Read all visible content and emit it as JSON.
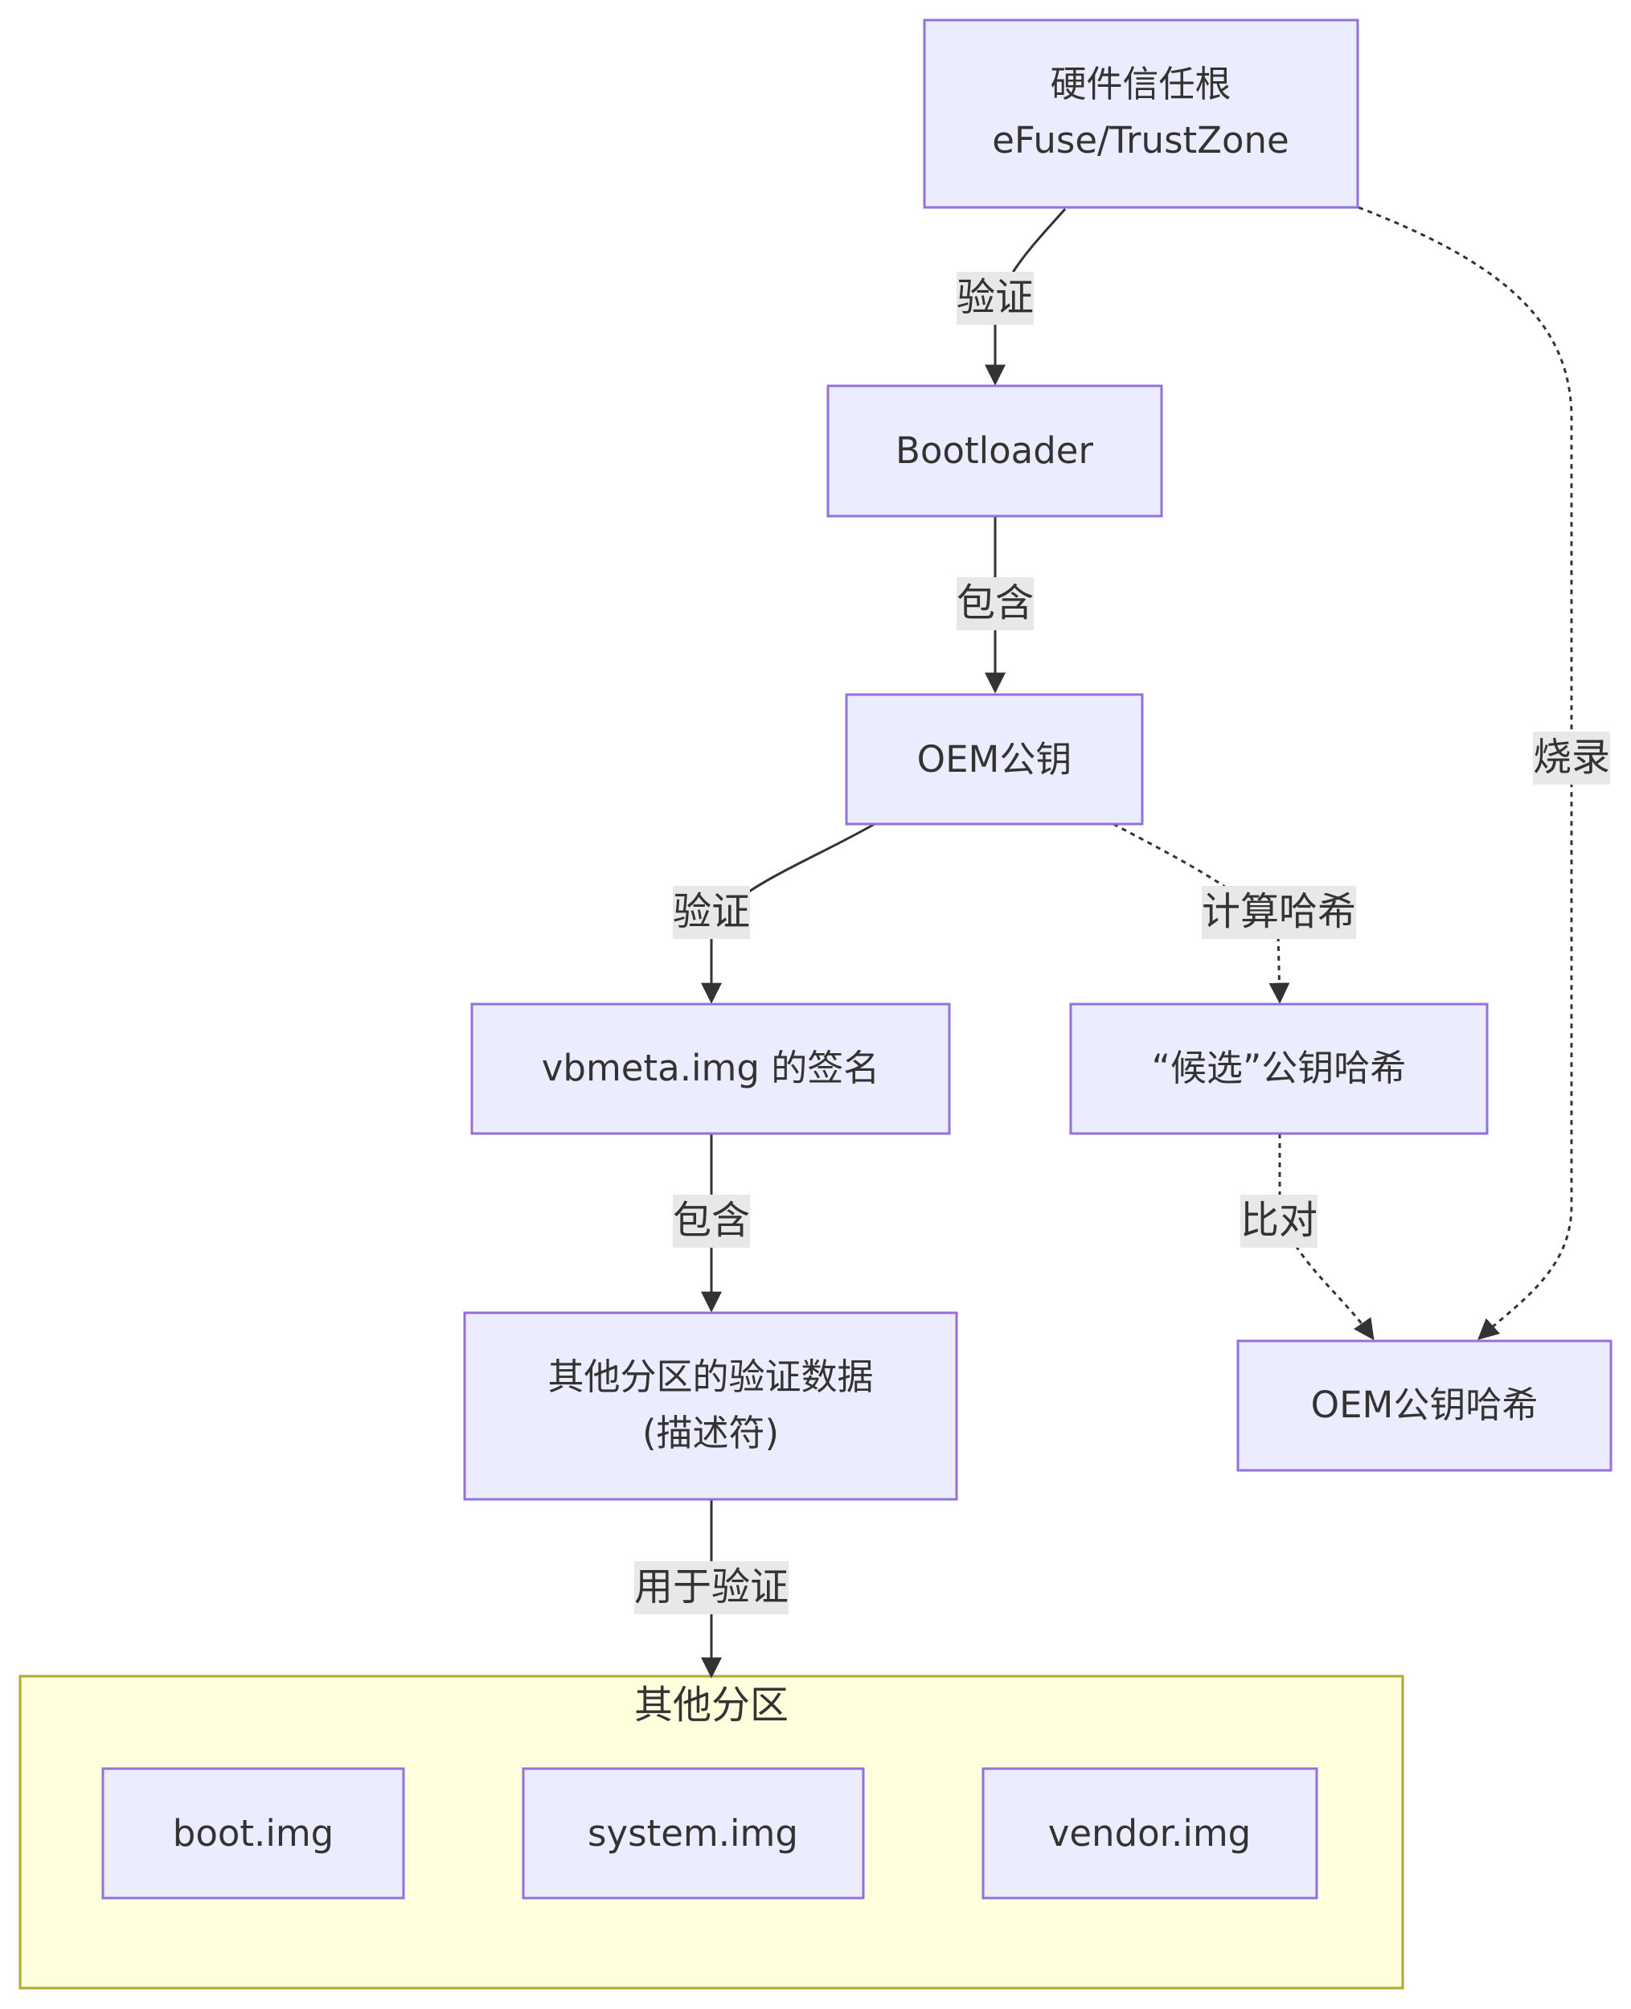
{
  "nodes": {
    "root_of_trust": {
      "line1": "硬件信任根",
      "line2": "eFuse/TrustZone"
    },
    "bootloader": {
      "label": "Bootloader"
    },
    "oem_pubkey": {
      "label": "OEM公钥"
    },
    "vbmeta_sig": {
      "label": "vbmeta.img 的签名"
    },
    "candidate_hash": {
      "label": "“候选”公钥哈希"
    },
    "descriptors": {
      "line1": "其他分区的验证数据",
      "line2": "(描述符)"
    },
    "oem_pubkey_hash": {
      "label": "OEM公钥哈希"
    },
    "boot_img": {
      "label": "boot.img"
    },
    "system_img": {
      "label": "system.img"
    },
    "vendor_img": {
      "label": "vendor.img"
    }
  },
  "cluster": {
    "title": "其他分区"
  },
  "edges": {
    "root_to_bootloader": {
      "label": "验证"
    },
    "bootloader_to_pubkey": {
      "label": "包含"
    },
    "pubkey_to_vbmeta": {
      "label": "验证"
    },
    "pubkey_to_candidate": {
      "label": "计算哈希"
    },
    "vbmeta_to_descriptors": {
      "label": "包含"
    },
    "candidate_to_hash": {
      "label": "比对"
    },
    "root_to_hash": {
      "label": "烧录"
    },
    "descriptors_to_partitions": {
      "label": "用于验证"
    }
  },
  "colors": {
    "node_fill": "#ECECFF",
    "node_stroke": "#9370DB",
    "cluster_fill": "#FFFFDE",
    "cluster_stroke": "#AAAA33",
    "edge": "#333333",
    "label_bg": "#E8E8E8"
  }
}
